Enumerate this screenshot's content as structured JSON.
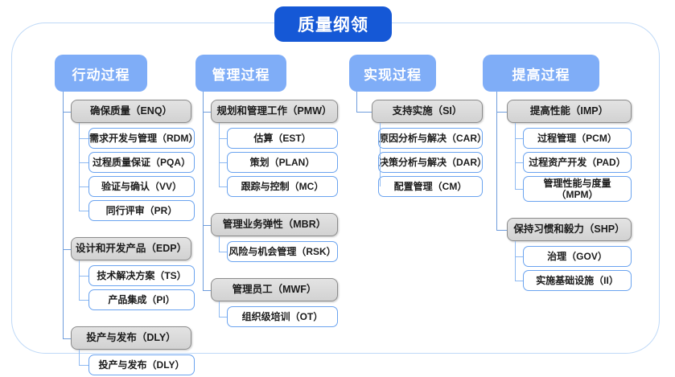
{
  "root": {
    "label": "质量纲领"
  },
  "colors": {
    "root_fill": "#1558d6",
    "header_fill": "#7fadf7",
    "group_fill": "#d9d9d9",
    "group_border": "#8c8c8c",
    "leaf_border": "#6aa3ef",
    "connector": "#8fbaf2",
    "frame_border": "#bfd9f7",
    "text": "#1b1b1b",
    "header_text": "#ffffff"
  },
  "columns": [
    {
      "header": "行动过程",
      "groups": [
        {
          "label": "确保质量（ENQ）",
          "children": [
            "需求开发与管理（RDM）",
            "过程质量保证（PQA）",
            "验证与确认（VV）",
            "同行评审（PR）"
          ]
        },
        {
          "label": "设计和开发产品（EDP）",
          "children": [
            "技术解决方案（TS）",
            "产品集成（PI）"
          ]
        },
        {
          "label": "投产与发布（DLY）",
          "children": [
            "投产与发布（DLY）"
          ]
        }
      ]
    },
    {
      "header": "管理过程",
      "groups": [
        {
          "label": "规划和管理工作（PMW）",
          "children": [
            "估算（EST）",
            "策划（PLAN）",
            "跟踪与控制（MC）"
          ]
        },
        {
          "label": "管理业务弹性（MBR）",
          "children": [
            "风险与机会管理（RSK）"
          ]
        },
        {
          "label": "管理员工（MWF）",
          "children": [
            "组织级培训（OT）"
          ]
        }
      ]
    },
    {
      "header": "实现过程",
      "groups": [
        {
          "label": "支持实施（SI）",
          "children": [
            "原因分析与解决（CAR）",
            "决策分析与解决（DAR）",
            "配置管理（CM）"
          ]
        }
      ]
    },
    {
      "header": "提高过程",
      "groups": [
        {
          "label": "提高性能（IMP）",
          "children": [
            "过程管理（PCM）",
            "过程资产开发（PAD）",
            "管理性能与度量\n（MPM）"
          ]
        },
        {
          "label": "保持习惯和毅力（SHP）",
          "children": [
            "治理（GOV）",
            "实施基础设施（II）"
          ]
        }
      ]
    }
  ]
}
